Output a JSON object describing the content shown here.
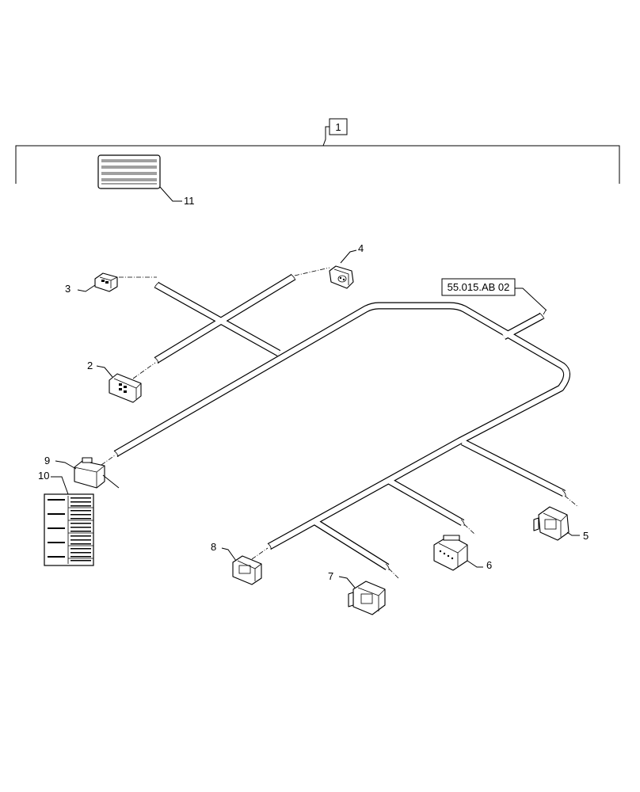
{
  "callouts": {
    "kit": "1",
    "connector_2": "2",
    "connector_3": "3",
    "connector_4": "4",
    "connector_5": "5",
    "connector_6": "6",
    "connector_7": "7",
    "connector_8": "8",
    "relay_9": "9",
    "tag_10": "10",
    "label_11": "11"
  },
  "reference": "55.015.AB 02"
}
